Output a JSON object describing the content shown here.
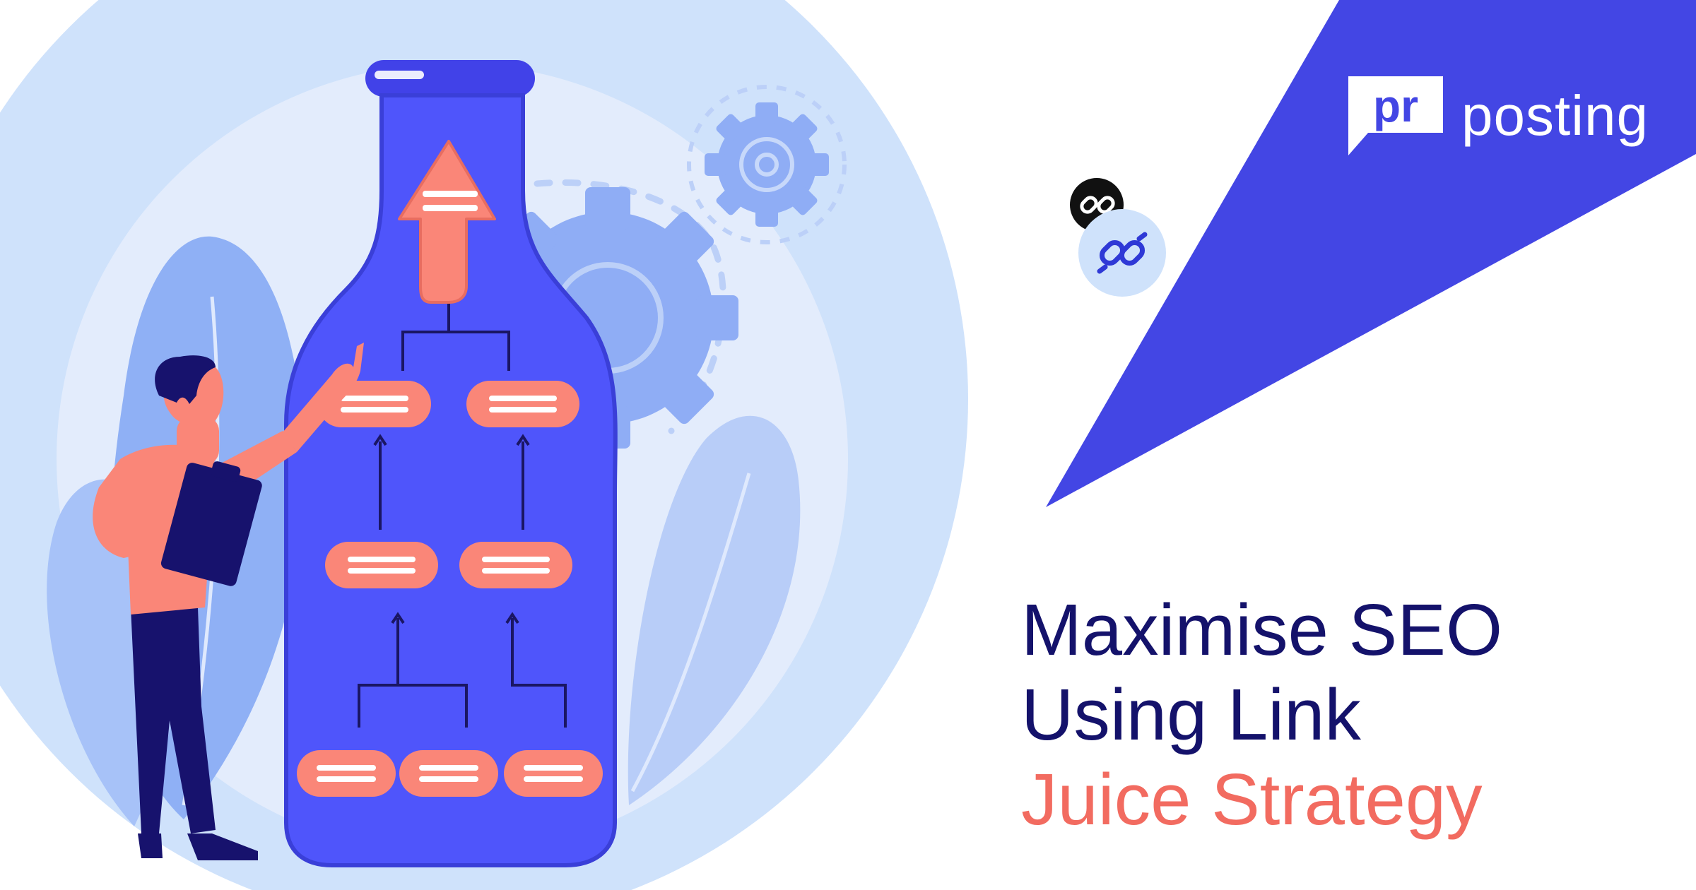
{
  "brand": {
    "mark_text": "pr",
    "name": "posting",
    "color": "#4346e4"
  },
  "headline": {
    "line1": "Maximise SEO",
    "line2": "Using Link",
    "line3": "Juice Strategy",
    "dark_color": "#14126b",
    "accent_color": "#f26b60"
  },
  "illustration": {
    "bottle_color": "#4f55fb",
    "node_color": "#fa8678",
    "background_circle_color": "#cfe2fb",
    "icons": [
      "bottle-icon",
      "gear-icon",
      "broken-link-icon",
      "link-icon",
      "clipboard-icon"
    ]
  }
}
